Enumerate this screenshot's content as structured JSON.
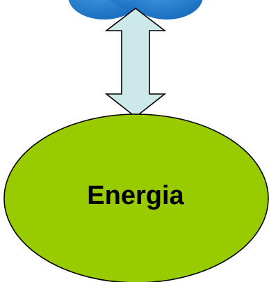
{
  "diagram": {
    "energy_node": {
      "label": "Energia",
      "fill": "#99cc00",
      "stroke": "#000000"
    },
    "top_node": {
      "fill": "#1a6fbf",
      "highlight": "#4a9ee8"
    },
    "connector": {
      "type": "double-headed-arrow",
      "direction": "vertical",
      "fill": "#cce8e8",
      "stroke": "#000000"
    }
  }
}
